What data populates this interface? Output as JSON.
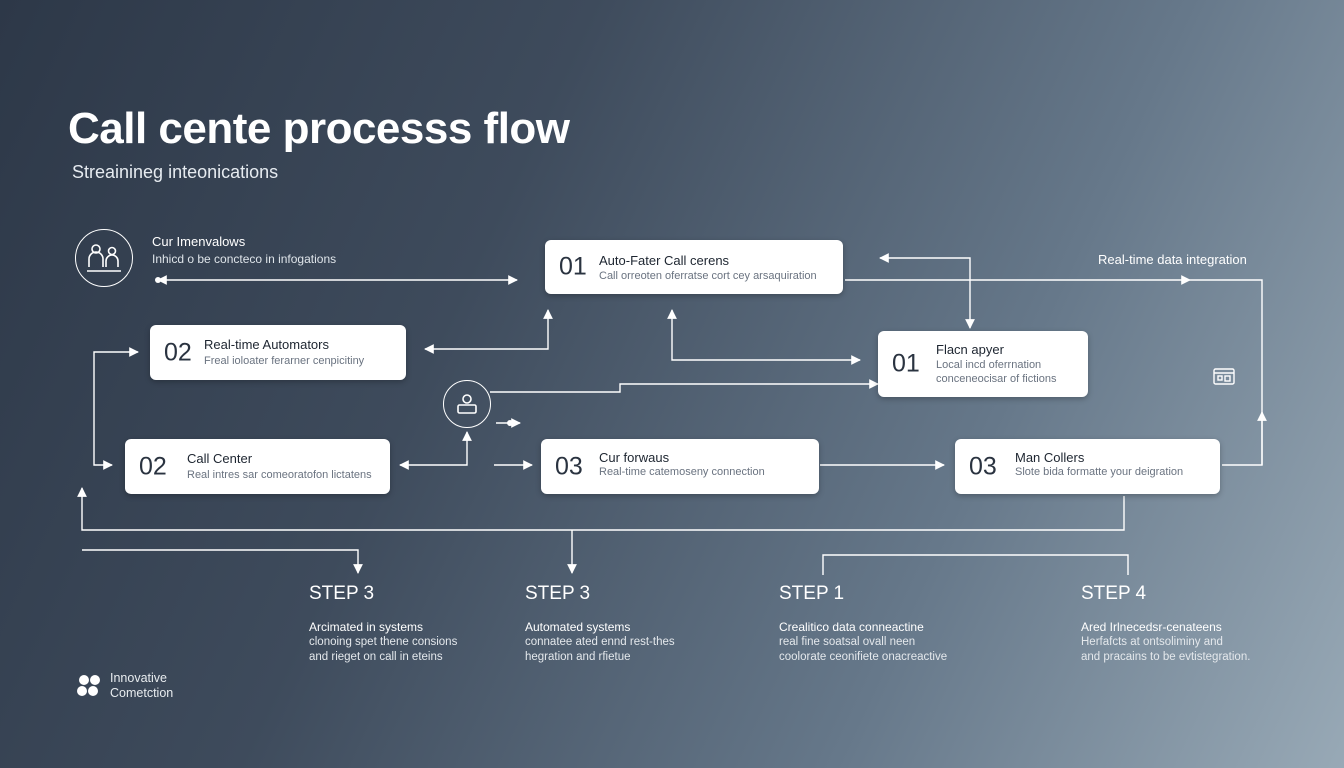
{
  "title": "Call cente processs flow",
  "subtitle": "Streainineg inteonications",
  "top_left": {
    "title": "Cur Imenvalows",
    "desc": "Inhicd o be concteco in infogations"
  },
  "top_right_label": "Real-time data integration",
  "cards": [
    {
      "num": "01",
      "title": "Auto-Fater Call cerens",
      "desc": "Call orreoten oferratse cort cey arsaquiration"
    },
    {
      "num": "02",
      "title": "Real-time Automators",
      "desc": "Freal ioloater ferarner cenpicitiny"
    },
    {
      "num": "01",
      "title": "Flacn apyer",
      "desc": "Local incd oferrnation",
      "desc2": "conceneocisar of fictions"
    },
    {
      "num": "02",
      "title": "Call Center",
      "desc": "Real intres sar comeoratofon lictatens"
    },
    {
      "num": "03",
      "title": "Cur forwaus",
      "desc": "Real-time catemoseny connection"
    },
    {
      "num": "03",
      "title": "Man Collers",
      "desc": "Slote bida formatte your deigration"
    }
  ],
  "steps": [
    {
      "label": "STEP 3",
      "heading": "Arcimated in systems",
      "lines": [
        "clonoing spet thene consions",
        "and rieget on call in eteins"
      ]
    },
    {
      "label": "STEP 3",
      "heading": "Automated systems",
      "lines": [
        "connatee ated ennd rest-thes",
        "hegration and rfietue"
      ]
    },
    {
      "label": "STEP 1",
      "heading": "Crealitico data conneactine",
      "lines": [
        "real fine soatsal ovall neen",
        "coolorate ceonifiete onacreactive"
      ]
    },
    {
      "label": "STEP 4",
      "heading": "Ared Irlnecedsr-cenateens",
      "lines": [
        "Herfafcts at ontsoliminy and",
        "and pracains to be evtistegration."
      ]
    }
  ],
  "brand": {
    "line1": "Innovative",
    "line2": "Cometction"
  },
  "icons": [
    "people-icon",
    "agent-icon",
    "calendar-icon",
    "logo-icon"
  ]
}
